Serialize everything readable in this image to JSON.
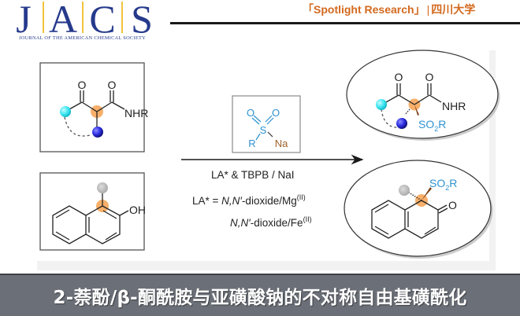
{
  "logo": {
    "letters": [
      "J",
      "A",
      "C",
      "S"
    ],
    "subtitle": "JOURNAL OF THE AMERICAN CHEMICAL SOCIETY",
    "letter_color": "#263a8c",
    "separator_color": "#f2c23a"
  },
  "header": {
    "tag": "「Spotlight Research」",
    "separator": "|",
    "institution": "四川大学",
    "tag_color": "#d3691e"
  },
  "scheme": {
    "substrate_1": {
      "ketone_o": "O",
      "amide_o": "O",
      "amide_group": "NHR"
    },
    "substrate_2": {
      "hydroxyl": "OH"
    },
    "reagent": {
      "oxygen_1": "O",
      "oxygen_2": "O",
      "sulfur": "S",
      "r_group": "R",
      "counterion": "Na"
    },
    "conditions": {
      "line_1": "LA* & TBPB / NaI",
      "line_2_prefix": "LA* = ",
      "line_2_ligand": "N,N′",
      "line_2_rest": "-dioxide/Mg",
      "line_2_ox": "(II)",
      "line_3_ligand": "N,N′",
      "line_3_rest": "-dioxide/Fe",
      "line_3_ox": "(II)"
    },
    "product_1": {
      "ketone_o": "O",
      "amide_o": "O",
      "amide_group": "NHR",
      "sulfonyl_so": "SO",
      "sulfonyl_sub": "2",
      "sulfonyl_r": "R"
    },
    "product_2": {
      "sulfonyl_so": "SO",
      "sulfonyl_sub": "2",
      "sulfonyl_r": "R",
      "carbonyl_o": "O"
    },
    "colors": {
      "sulfonyl_blue": "#2f93d0",
      "sodium_brown": "#a0612a",
      "stereocenter_orange": "#f6a65a",
      "cyan_ball": "#3fe7f2",
      "blue_ball": "#2c2de0",
      "gray_ball": "#b8b8b8"
    }
  },
  "footer": {
    "title": "2-萘酚/β-酮酰胺与亚磺酸钠的不对称自由基磺酰化"
  }
}
